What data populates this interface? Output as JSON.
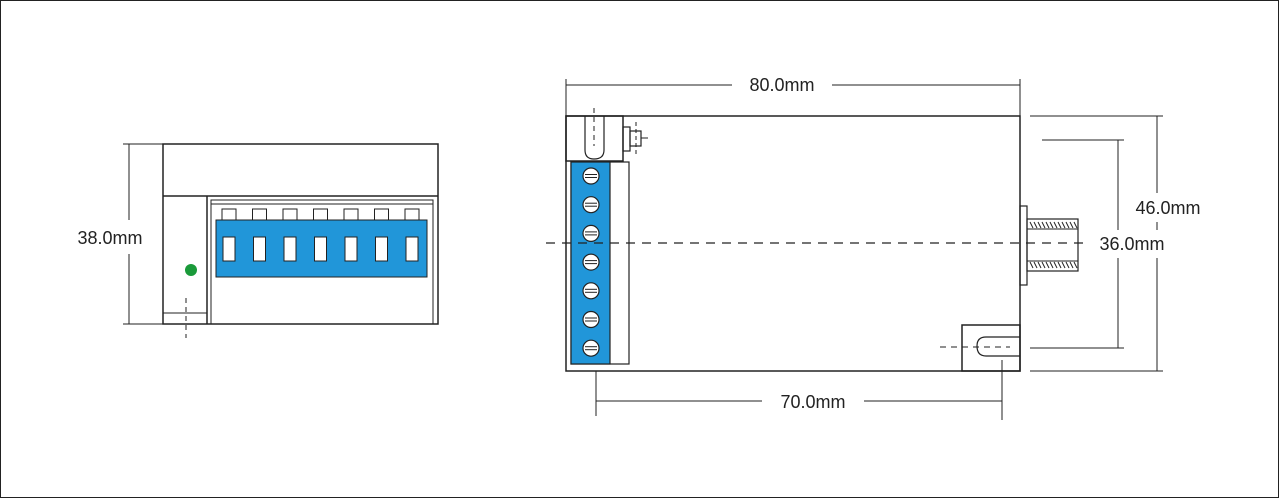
{
  "dimensions": {
    "side_height": "38.0mm",
    "top_width": "80.0mm",
    "height_outer": "46.0mm",
    "height_inner": "36.0mm",
    "mount_spacing": "70.0mm"
  },
  "colors": {
    "line": "#222222",
    "terminal_blue": "#2196d9",
    "led_green": "#1a9a3a",
    "background": "#ffffff"
  },
  "side_view": {
    "dip_switch_count": 7
  },
  "top_view": {
    "terminal_screw_count": 7
  },
  "icons": [
    "screw-icon",
    "led-icon",
    "dip-switch-icon",
    "mount-slot-icon",
    "threaded-fitting-icon"
  ]
}
